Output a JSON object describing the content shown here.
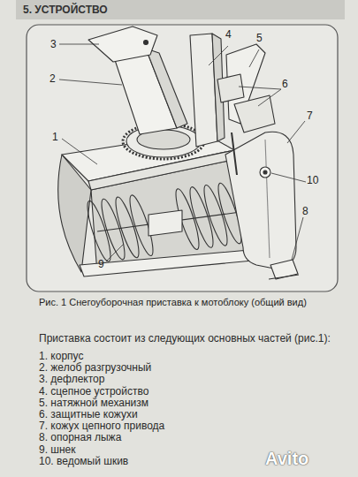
{
  "diagram": {
    "title": "5. УСТРОЙСТВО",
    "caption": "Рис. 1 Снегоуборочная приставка к мотоблоку (общий вид)",
    "labels": [
      "3",
      "2",
      "1",
      "9",
      "4",
      "5",
      "6",
      "7",
      "10",
      "8",
      "Приставка состоит из следующих основных частей (рис.1):",
      "1. корпус",
      "2. желоб разгрузочный",
      "3. дефлектор",
      "4. сцепное устройство",
      "5. натяжной механизм",
      "6. защитные кожухи",
      "7. кожух цепного привода",
      "8. опорная лыжа",
      "9. шнек",
      "10. ведомый шкив",
      "Avito"
    ]
  }
}
